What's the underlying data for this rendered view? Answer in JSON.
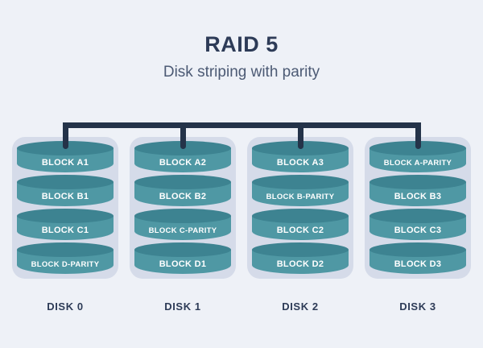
{
  "page": {
    "title": "RAID 5",
    "subtitle": "Disk striping with parity"
  },
  "colors": {
    "background": "#eef1f7",
    "title_text": "#2d3b57",
    "subtitle_text": "#4c5a74",
    "connector": "#243349",
    "disk_case": "#d5dbe9",
    "cylinder_body": "#4f98a4",
    "cylinder_top": "#3d8391",
    "block_text": "#ffffff",
    "disk_label_text": "#2d3b57"
  },
  "disks": [
    {
      "label": "DISK 0",
      "blocks": [
        "BLOCK A1",
        "BLOCK B1",
        "BLOCK C1",
        "BLOCK D-PARITY"
      ]
    },
    {
      "label": "DISK 1",
      "blocks": [
        "BLOCK A2",
        "BLOCK B2",
        "BLOCK C-PARITY",
        "BLOCK D1"
      ]
    },
    {
      "label": "DISK 2",
      "blocks": [
        "BLOCK A3",
        "BLOCK B-PARITY",
        "BLOCK C2",
        "BLOCK D2"
      ]
    },
    {
      "label": "DISK 3",
      "blocks": [
        "BLOCK A-PARITY",
        "BLOCK B3",
        "BLOCK C3",
        "BLOCK D3"
      ]
    }
  ]
}
